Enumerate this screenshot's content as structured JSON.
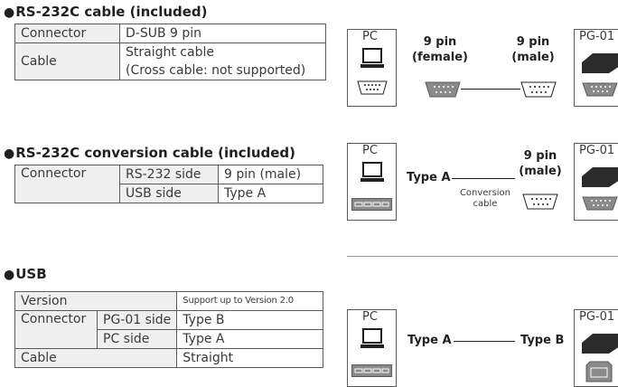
{
  "rs232c_cable": {
    "title": "RS-232C cable (included)",
    "rows": [
      {
        "label": "Connector",
        "value": "D-SUB 9 pin"
      },
      {
        "label": "Cable",
        "value_line1": "Straight cable",
        "value_line2": "(Cross cable: not supported)"
      }
    ],
    "diagram": {
      "pc_label": "PC",
      "left_connector": "9 pin\n(female)",
      "right_connector": "9 pin\n(male)",
      "device_label": "PG-01"
    }
  },
  "conversion_cable": {
    "title": "RS-232C conversion cable (included)",
    "connector_label": "Connector",
    "rows": [
      {
        "side": "RS-232 side",
        "value": "9 pin (male)"
      },
      {
        "side": "USB side",
        "value": "Type A"
      }
    ],
    "diagram": {
      "pc_label": "PC",
      "left_label": "Type A",
      "mid_label": "Conversion\ncable",
      "right_connector": "9 pin\n(male)",
      "device_label": "PG-01"
    }
  },
  "usb": {
    "title": "USB",
    "version_label": "Version",
    "version_value": "Support up to Version 2.0",
    "connector_label": "Connector",
    "connector_rows": [
      {
        "side": "PG-01 side",
        "value": "Type B"
      },
      {
        "side": "PC side",
        "value": "Type A"
      }
    ],
    "cable_label": "Cable",
    "cable_value": "Straight",
    "diagram": {
      "pc_label": "PC",
      "left_label": "Type A",
      "right_label": "Type B",
      "device_label": "PG-01"
    }
  },
  "colors": {
    "text": "#231f20",
    "table_header_bg": "#efefef",
    "border": "#5a5a5a",
    "connector_fill": "#8a8a8a",
    "device_fill": "#2b2b2b"
  }
}
